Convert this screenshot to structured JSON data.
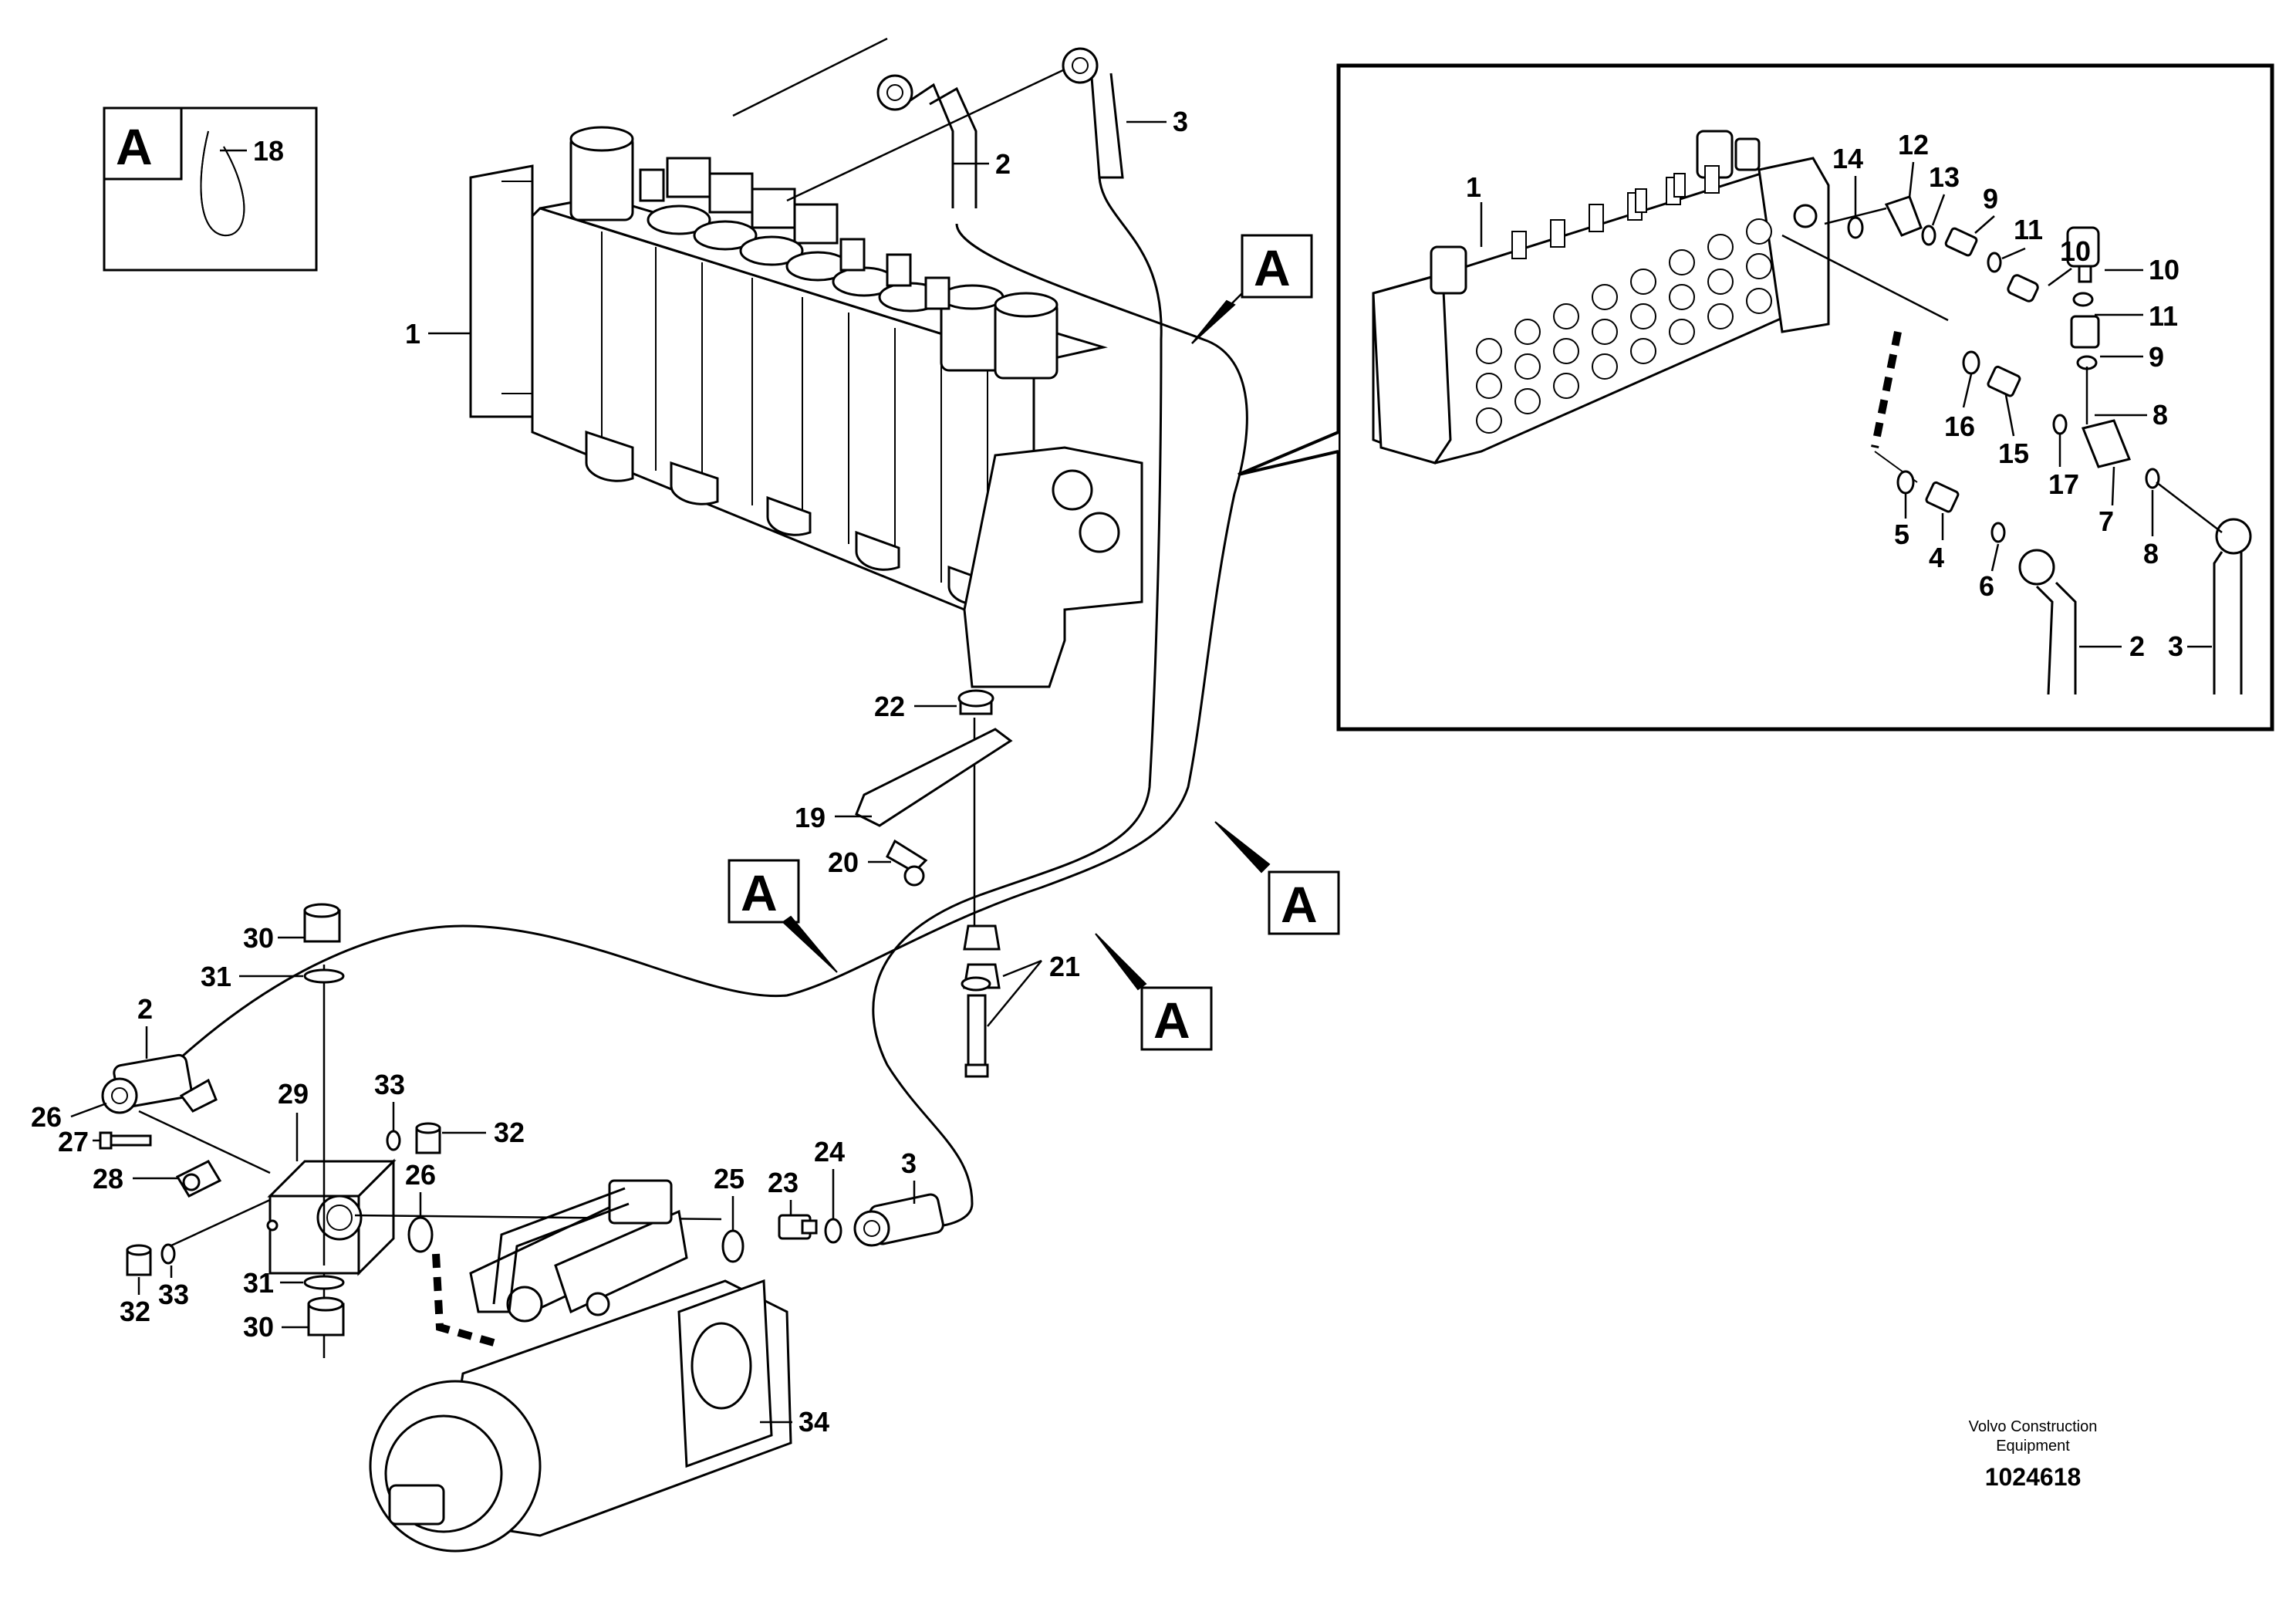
{
  "callouts": {
    "c1": "1",
    "c2": "2",
    "c3": "3",
    "c18": "18",
    "c19": "19",
    "c20": "20",
    "c21": "21",
    "c22": "22",
    "c23": "23",
    "c24": "24",
    "c25": "25",
    "c26": "26",
    "c27": "27",
    "c28": "28",
    "c29": "29",
    "c30": "30",
    "c31": "31",
    "c32": "32",
    "c33": "33",
    "c34": "34"
  },
  "inset_callouts": {
    "i1": "1",
    "i2": "2",
    "i3": "3",
    "i4": "4",
    "i5": "5",
    "i6": "6",
    "i7": "7",
    "i8": "8",
    "i9": "9",
    "i10": "10",
    "i11": "11",
    "i12": "12",
    "i13": "13",
    "i14": "14",
    "i15": "15",
    "i16": "16",
    "i17": "17"
  },
  "detail_marker": "A",
  "brand": {
    "line1": "Volvo Construction",
    "line2": "Equipment"
  },
  "document_number": "1024618"
}
